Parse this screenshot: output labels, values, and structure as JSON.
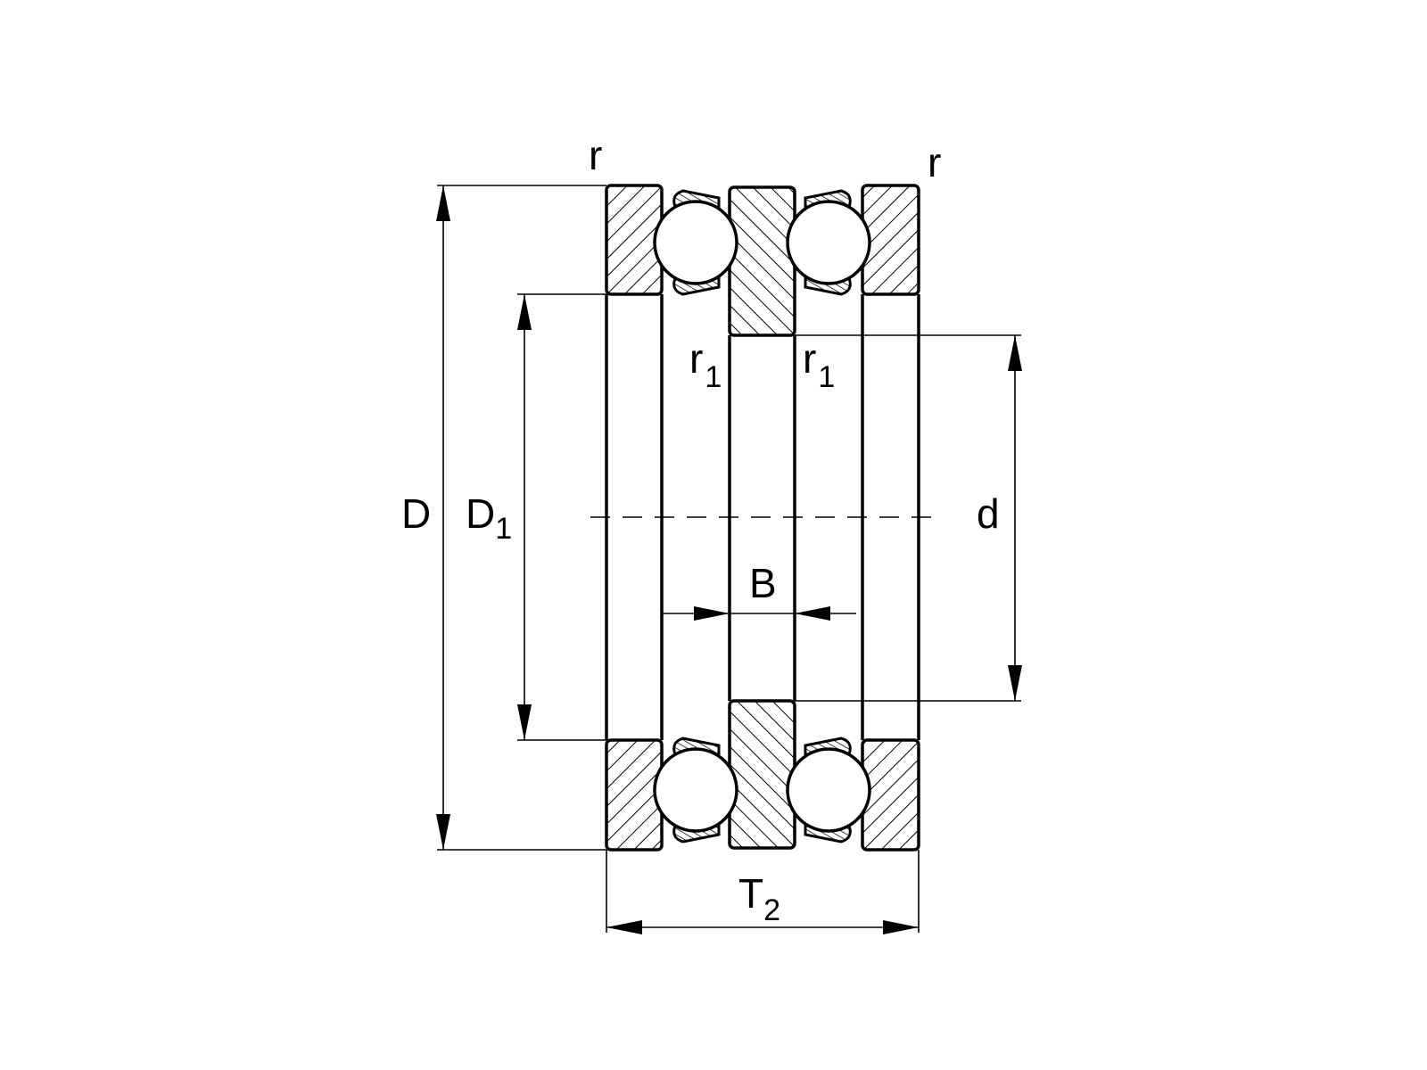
{
  "title": "Double direction thrust ball bearing",
  "labels": {
    "r_left": "r",
    "r_right": "r",
    "r1_left": "r",
    "r1_left_sub": "1",
    "r1_right": "r",
    "r1_right_sub": "1",
    "D": "D",
    "D1": "D",
    "D1_sub": "1",
    "d": "d",
    "B": "B",
    "T2": "T",
    "T2_sub": "2"
  },
  "colors": {
    "line": "#000000",
    "background": "#ffffff"
  }
}
